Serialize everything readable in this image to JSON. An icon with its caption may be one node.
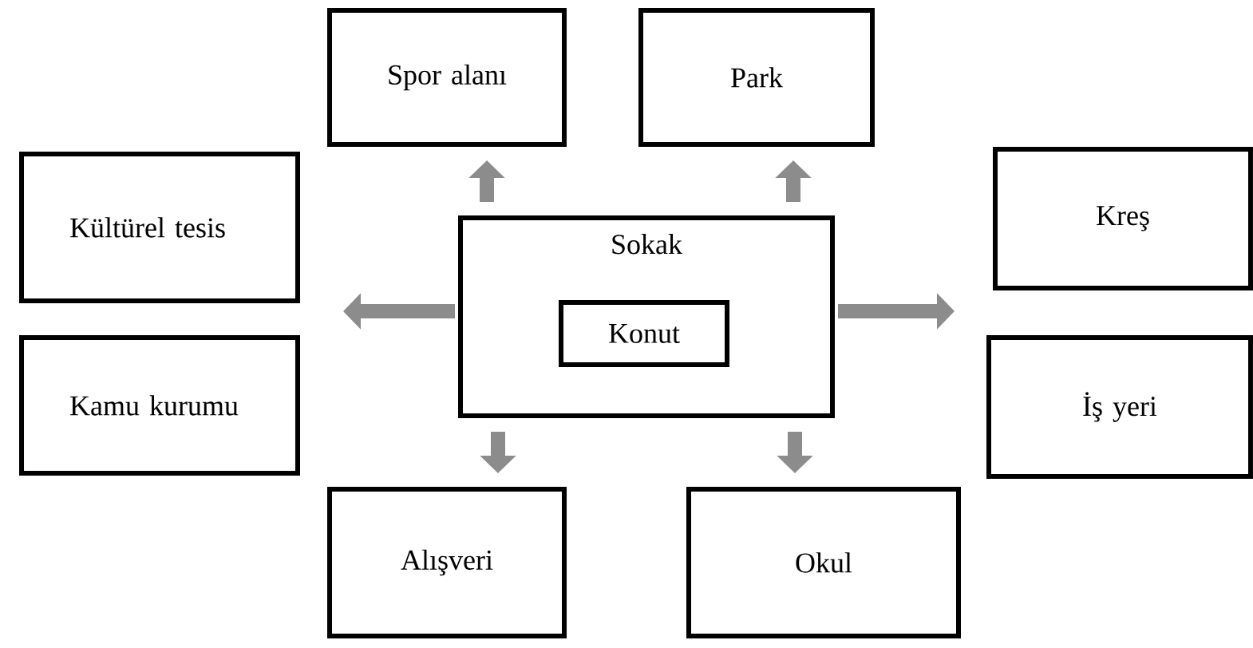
{
  "diagram": {
    "nodes": [
      {
        "text": [
          "Spor alanı"
        ]
      },
      {
        "text": [
          "Park"
        ]
      },
      {
        "text": [
          "Kültürel tesis"
        ]
      },
      {
        "text": [
          "Kreş"
        ]
      },
      {
        "text": [
          "Sokak"
        ]
      },
      {
        "text": [
          "Konut"
        ],
        "in": 4
      },
      {
        "text": [
          "Kamu kurumu"
        ]
      },
      {
        "text": [
          "İş yeri"
        ]
      },
      {
        "text": [
          "Alışveri"
        ]
      },
      {
        "text": [
          "Okul"
        ]
      }
    ],
    "edges": [
      {
        "from": 4,
        "to": 0,
        "arrow": "to"
      },
      {
        "from": 4,
        "to": 1,
        "arrow": "to"
      },
      {
        "from": 4,
        "to": null,
        "arrow": "to"
      },
      {
        "from": 4,
        "to": null,
        "arrow": "to"
      },
      {
        "from": 4,
        "to": 8,
        "arrow": "to"
      },
      {
        "from": 4,
        "to": 9,
        "arrow": "to"
      }
    ]
  }
}
